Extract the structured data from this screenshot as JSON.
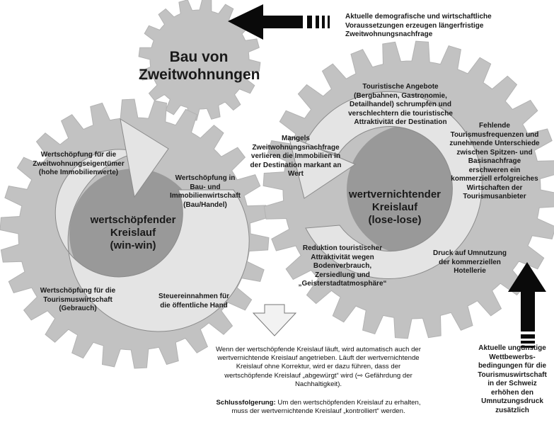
{
  "colors": {
    "gear_fill": "#c2c2c2",
    "gear_stroke": "#b2b2b2",
    "hub_fill": "#999999",
    "ring_fill": "#e4e4e4",
    "arrow_black": "#0a0a0a",
    "arrow_white": "#f2f2f2"
  },
  "top_gear": {
    "title_line1": "Bau von",
    "title_line2": "Zweitwohnungen"
  },
  "left_gear": {
    "cycle_line1": "wertschöpfender",
    "cycle_line2": "Kreislauf",
    "cycle_line3": "(win-win)",
    "label_owners": [
      "Wertschöpfung für die",
      "Zweitwohnungseigentümer",
      "(hohe Immobilienwerte)"
    ],
    "label_construction": [
      "Wertschöpfung in",
      "Bau- und",
      "Immobilienwirtschaft",
      "(Bau/Handel)"
    ],
    "label_tourism": [
      "Wertschöpfung für die",
      "Tourismuswirtschaft",
      "(Gebrauch)"
    ],
    "label_tax": [
      "Steuereinnahmen für",
      "die öffentliche Hand"
    ]
  },
  "right_gear": {
    "cycle_line1": "wertvernichtender",
    "cycle_line2": "Kreislauf",
    "cycle_line3": "(lose-lose)",
    "label_offers": [
      "Touristische Angebote",
      "(Bergbahnen, Gastronomie,",
      "Detailhandel) schrumpfen und",
      "verschlechtern die touristische",
      "Attraktivität der Destination"
    ],
    "label_demand": [
      "Mangels",
      "Zweitwohnungsnachfrage",
      "verlieren die Immobilien in",
      "der Destination markant an",
      "Wert"
    ],
    "label_frequencies": [
      "Fehlende",
      "Tourismusfrequenzen und",
      "zunehmende Unterschiede",
      "zwischen Spitzen- und",
      "Basisnachfrage",
      "erschweren ein",
      "kommerziell erfolgreiches",
      "Wirtschaften der",
      "Tourismusanbieter"
    ],
    "label_reduction": [
      "Reduktion touristischer",
      "Attraktivität wegen",
      "Bodenverbrauch,",
      "Zersiedlung und",
      "„Geisterstadtatmosphäre“"
    ],
    "label_pressure": [
      "Druck auf Umnutzung",
      "der kommerziellen",
      "Hotellerie"
    ]
  },
  "top_arrow_text": [
    "Aktuelle demografische und wirtschaftliche",
    "Voraussetzungen erzeugen längerfristige",
    "Zweitwohnungsnachfrage"
  ],
  "bottom_right_text": [
    "Aktuelle ungünstige",
    "Wettbewerbs-",
    "bedingungen für die",
    "Tourismuswirtschaft",
    "in der Schweiz",
    "erhöhen den",
    "Umnutzungsdruck",
    "zusätzlich"
  ],
  "conclusion": {
    "paragraph": [
      "Wenn der wertschöpfende Kreislauf läuft, wird automatisch auch der",
      "wertvernichtende Kreislauf angetrieben. Läuft der wertvernichtende",
      "Kreislauf ohne Korrektur, wird er dazu führen, dass der",
      "wertschöpfende Kreislauf „abgewürgt“ wird (⇨ Gefährdung der",
      "Nachhaltigkeit)."
    ],
    "heading": "Schlussfolgerung:",
    "heading_rest": " Um den wertschöpfenden Kreislauf zu erhalten,",
    "line2": "muss der wertvernichtende Kreislauf „kontrolliert“ werden."
  }
}
